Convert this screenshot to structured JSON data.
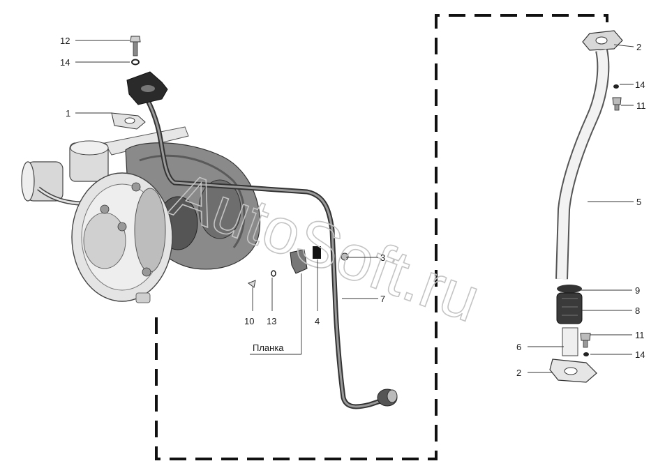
{
  "diagram": {
    "watermark": "AutoSoft.ru",
    "callouts": {
      "c12": "12",
      "c14a": "14",
      "c1": "1",
      "c3": "3",
      "c7": "7",
      "c10": "10",
      "c13": "13",
      "c4": "4",
      "plate": "Планка",
      "c2a": "2",
      "c14b": "14",
      "c11a": "11",
      "c5": "5",
      "c9": "9",
      "c8": "8",
      "c11b": "11",
      "c6": "6",
      "c14c": "14",
      "c2b": "2"
    }
  }
}
